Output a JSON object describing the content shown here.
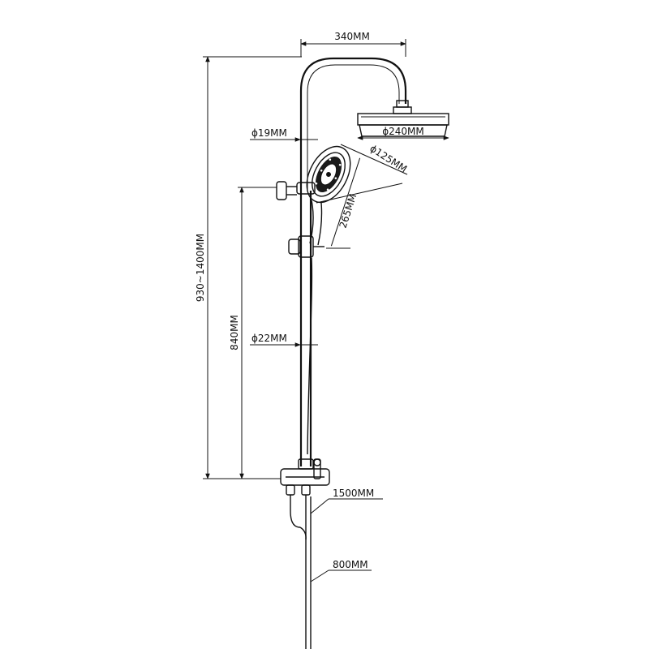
{
  "dimensions": {
    "arm_length": "340MM",
    "head_diameter": "ϕ240MM",
    "pipe_upper_diameter": "ϕ19MM",
    "handheld_diameter": "ϕ125MM",
    "handheld_length": "265MM",
    "total_height": "930~1400MM",
    "holder_height": "840MM",
    "pipe_lower_diameter": "ϕ22MM",
    "hose_long": "1500MM",
    "hose_short": "800MM"
  },
  "colors": {
    "line": "#111111",
    "background": "#ffffff"
  }
}
